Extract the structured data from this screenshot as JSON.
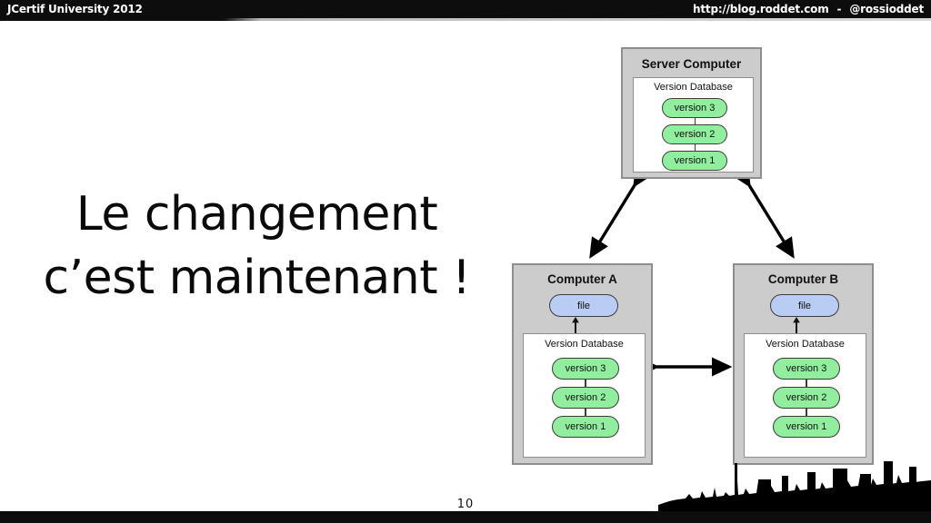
{
  "header": {
    "left_title": "JCertif University 2012",
    "url": "http://blog.roddet.com",
    "separator": "-",
    "handle": "@rossioddet"
  },
  "headline": {
    "line1": "Le changement",
    "line2": "c’est maintenant !"
  },
  "diagram": {
    "type": "distributed-version-control",
    "nodes": [
      {
        "id": "server",
        "title": "Server Computer",
        "has_file_box": false,
        "file_label": null,
        "database": {
          "title": "Version Database",
          "versions": [
            "version 3",
            "version 2",
            "version 1"
          ]
        }
      },
      {
        "id": "computer-a",
        "title": "Computer A",
        "has_file_box": true,
        "file_label": "file",
        "database": {
          "title": "Version Database",
          "versions": [
            "version 3",
            "version 2",
            "version 1"
          ]
        }
      },
      {
        "id": "computer-b",
        "title": "Computer B",
        "has_file_box": true,
        "file_label": "file",
        "database": {
          "title": "Version Database",
          "versions": [
            "version 3",
            "version 2",
            "version 1"
          ]
        }
      }
    ],
    "edges": [
      {
        "from": "computer-a",
        "to": "server",
        "style": "double-arrow"
      },
      {
        "from": "computer-b",
        "to": "server",
        "style": "double-arrow"
      },
      {
        "from": "computer-a",
        "to": "computer-b",
        "style": "double-arrow"
      }
    ],
    "colors": {
      "machine_fill": "#cccccc",
      "machine_border": "#8e8e8e",
      "database_fill": "#ffffff",
      "version_fill": "#90ee9e",
      "file_fill": "#b8ccf4",
      "pill_border": "#3c3c3c",
      "arrow": "#000000"
    }
  },
  "footer": {
    "page_number": "10",
    "skyline_color": "#000000",
    "bar_color": "#0d0d0d"
  }
}
